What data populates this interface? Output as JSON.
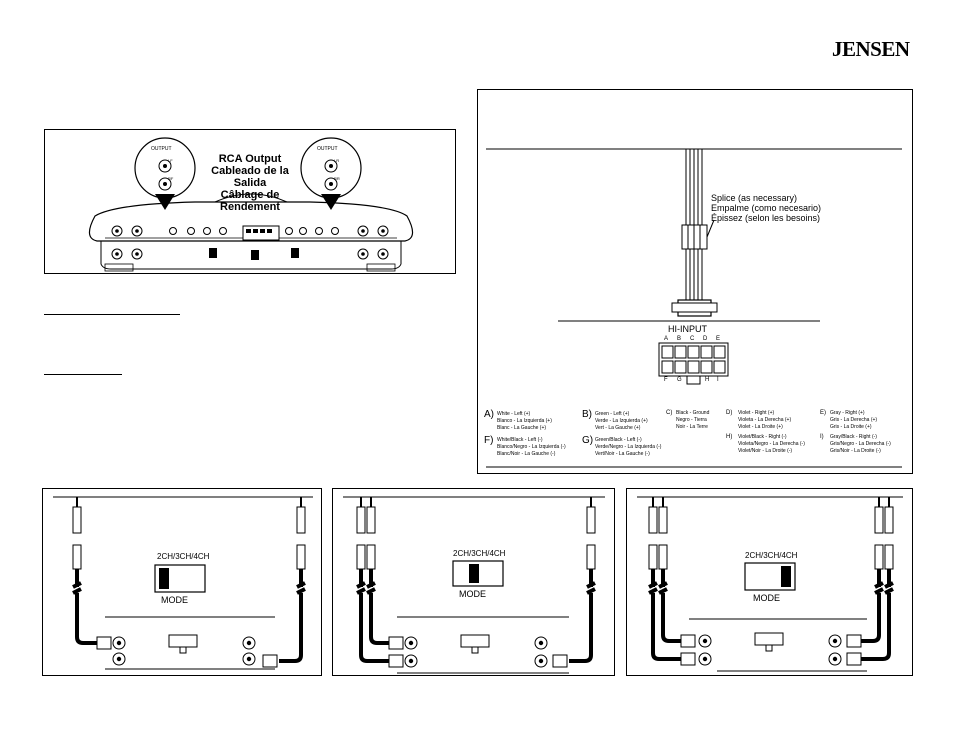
{
  "brand": "JENSEN",
  "rca_panel": {
    "title_lines": [
      "RCA Output",
      "Cableado de la Salida",
      "Câblage de Rendement"
    ],
    "bubble_left": {
      "heading": "OUTPUT",
      "top_port": "LF",
      "bottom_port": "RF"
    },
    "bubble_right": {
      "heading": "OUTPUT",
      "top_port": "LR",
      "bottom_port": "RR"
    }
  },
  "hi_input_panel": {
    "splice_lines": [
      "Splice (as necessary)",
      "Empalme (como necesario)",
      "Épissez (selon les besoins)"
    ],
    "connector_title": "HI-INPUT",
    "pin_letters_top": [
      "A",
      "B",
      "C",
      "D",
      "E"
    ],
    "pin_letters_bottom": [
      "F",
      "G",
      "H",
      "I"
    ],
    "legend": [
      {
        "key": "A)",
        "lines": [
          "White - Left (+)",
          "Blanco - La Izquierda (+)",
          "Blanc - La Gauche (+)"
        ]
      },
      {
        "key": "B)",
        "lines": [
          "Green - Left (+)",
          "Verde - La Izquierda (+)",
          "Vert - La Gauche (+)"
        ]
      },
      {
        "key": "C)",
        "lines": [
          "Black - Ground",
          "Negro - Tierra",
          "Noir - La Terre"
        ]
      },
      {
        "key": "D)",
        "lines": [
          "Violet - Right (+)",
          "Violeta - La Derecha (+)",
          "Violet - La Droite (+)"
        ]
      },
      {
        "key": "E)",
        "lines": [
          "Gray - Right (+)",
          "Gris - La Derecha (+)",
          "Gris - La Droite (+)"
        ]
      },
      {
        "key": "F)",
        "lines": [
          "White/Black - Left (-)",
          "Blanco/Negro - La Izquierda (-)",
          "Blanc/Noir - La Gauche (-)"
        ]
      },
      {
        "key": "G)",
        "lines": [
          "Green/Black - Left (-)",
          "Verde/Negro - La Izquierda (-)",
          "Vert/Noir - La Gauche (-)"
        ]
      },
      {
        "key": "H)",
        "lines": [
          "Violet/Black - Right (-)",
          "Violeta/Negro - La Derecha (-)",
          "Violet/Noir - La Droite (-)"
        ]
      },
      {
        "key": "I)",
        "lines": [
          "Gray/Black - Right (-)",
          "Gris/Negro - La Derecha (-)",
          "Gris/Noir - La Droite (-)"
        ]
      }
    ]
  },
  "mode_panels": [
    {
      "mode_label": "2CH/3CH/4CH",
      "switch_label": "MODE"
    },
    {
      "mode_label": "2CH/3CH/4CH",
      "switch_label": "MODE"
    },
    {
      "mode_label": "2CH/3CH/4CH",
      "switch_label": "MODE"
    }
  ]
}
